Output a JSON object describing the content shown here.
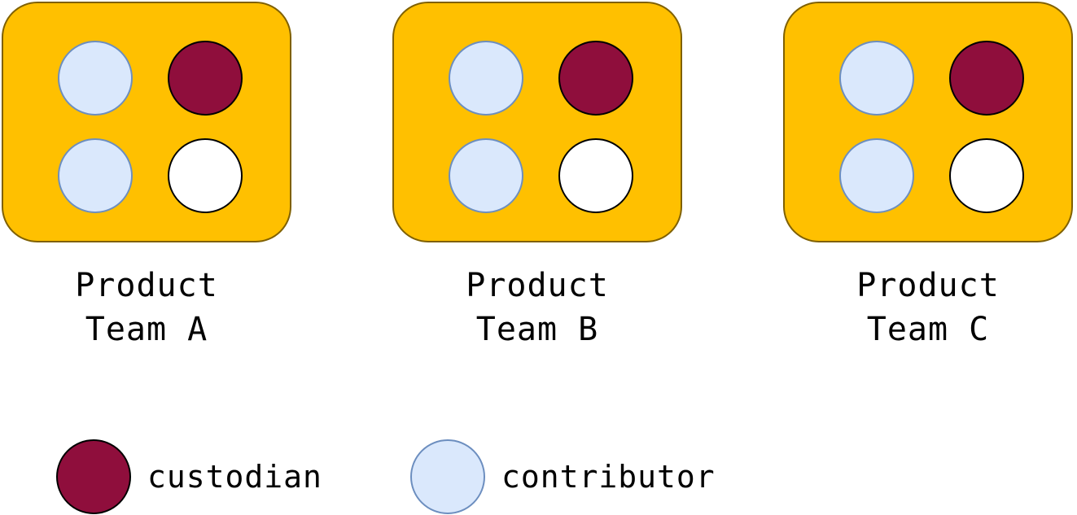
{
  "teams": [
    {
      "label_line1": "Product",
      "label_line2": "Team A"
    },
    {
      "label_line1": "Product",
      "label_line2": "Team B"
    },
    {
      "label_line1": "Product",
      "label_line2": "Team C"
    }
  ],
  "legend": {
    "custodian": "custodian",
    "contributor": "contributor"
  },
  "colors": {
    "team_fill": "#ffc000",
    "team_border": "#7f6000",
    "custodian": "#8f0e3c",
    "contributor": "#dae8fc",
    "contributor_border": "#6c8ebf",
    "empty": "#ffffff"
  }
}
